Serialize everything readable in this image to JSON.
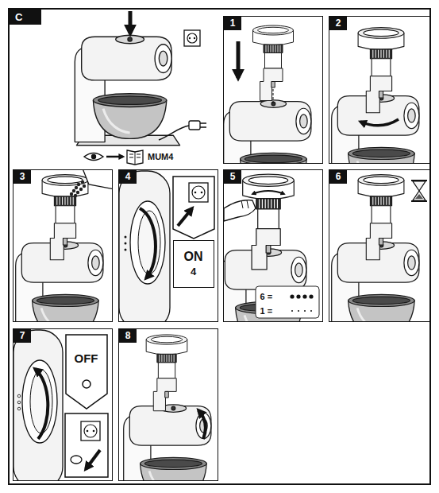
{
  "diagram": {
    "nodes": [
      {
        "text": [
          "C"
        ]
      },
      {
        "text": [
          "1"
        ],
        "in": 0
      },
      {
        "text": [
          "2"
        ],
        "in": 0
      },
      {
        "text": [
          "3"
        ],
        "in": 0
      },
      {
        "text": [
          "4"
        ],
        "in": 0
      },
      {
        "text": [
          "ON",
          "4"
        ],
        "in": 4
      },
      {
        "text": [
          "5"
        ],
        "in": 0
      },
      {
        "text": [
          "6 =",
          "1 ="
        ],
        "in": 6
      },
      {
        "text": [
          "6"
        ],
        "in": 0
      },
      {
        "text": [
          "7"
        ],
        "in": 0
      },
      {
        "text": [
          "OFF"
        ],
        "in": 9
      },
      {
        "text": [
          "8"
        ],
        "in": 0
      }
    ],
    "labels": [
      "MUM4"
    ]
  }
}
